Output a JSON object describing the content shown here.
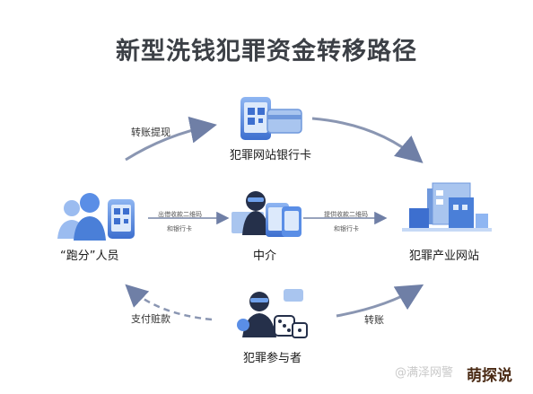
{
  "title": "新型洗钱犯罪资金转移路径",
  "nodes": {
    "bank_card": "犯罪网站银行卡",
    "runners": "“跑分”人员",
    "intermediary": "中介",
    "crime_site": "犯罪产业网站",
    "participant": "犯罪参与者"
  },
  "edges": {
    "transfer_withdraw": "转账提现",
    "offer_qr_1": "出借收款二维码",
    "offer_qr_2": "和银行卡",
    "provide_qr_1": "提供收款二维码",
    "provide_qr_2": "和银行卡",
    "pay_stolen": "支付赃款",
    "transfer": "转账"
  },
  "watermark": {
    "text": "@满泽网警",
    "brand": "萌探说"
  },
  "colors": {
    "accent_blue": "#4a7fd8",
    "light_blue": "#a9c5ef",
    "arrow_gray": "#8a96b2",
    "dark_navy": "#25304a"
  },
  "icons": [
    "qr-code-phone-icon",
    "bank-card-icon",
    "people-icon",
    "hacker-icon",
    "website-buildings-icon",
    "criminal-icon",
    "dice-icon"
  ]
}
